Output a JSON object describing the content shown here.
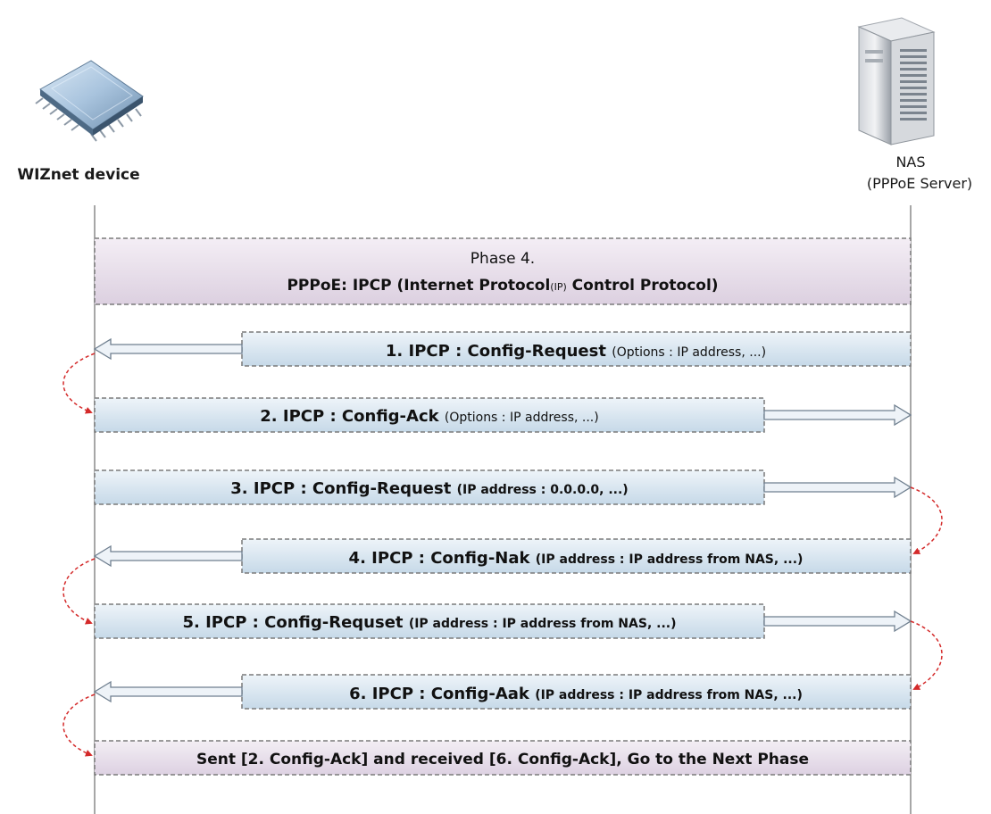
{
  "actors": {
    "left": {
      "name": "WIZnet device",
      "icon": "chip-icon"
    },
    "right": {
      "name": "NAS",
      "subtitle": "(PPPoE Server)",
      "icon": "server-icon"
    }
  },
  "phase": {
    "title": "Phase 4.",
    "subtitle_pre": "PPPoE: IPCP (Internet Protocol",
    "subtitle_small": "(IP)",
    "subtitle_post": " Control Protocol)"
  },
  "messages": [
    {
      "id": "1",
      "direction": "to-left",
      "main": "1. IPCP : Config-Request",
      "detail": "(Options : IP address, ...)",
      "detail_bold": false
    },
    {
      "id": "2",
      "direction": "to-right",
      "main": "2. IPCP : Config-Ack",
      "detail": "(Options : IP address, ...)",
      "detail_bold": false
    },
    {
      "id": "3",
      "direction": "to-right",
      "main": "3. IPCP : Config-Request",
      "detail": "(IP address : 0.0.0.0, ...)",
      "detail_bold": true
    },
    {
      "id": "4",
      "direction": "to-left",
      "main": "4. IPCP : Config-Nak",
      "detail": "(IP address : IP address from NAS, ...)",
      "detail_bold": true
    },
    {
      "id": "5",
      "direction": "to-right",
      "main": "5. IPCP : Config-Requset",
      "detail": "(IP address : IP address from NAS, ...)",
      "detail_bold": true
    },
    {
      "id": "6",
      "direction": "to-left",
      "main": "6. IPCP : Config-Aak",
      "detail": "(IP address : IP address from NAS, ...)",
      "detail_bold": true
    }
  ],
  "final": "Sent [2. Config-Ack] and received [6. Config-Ack], Go to the Next Phase",
  "colors": {
    "lifeline": "#8a8a8a",
    "box_border": "#7a7a7a",
    "phase_fill_top": "#f4eef5",
    "phase_fill_bottom": "#dcd0e0",
    "msg_fill_top": "#eef4f9",
    "msg_fill_bottom": "#c6d9e8",
    "final_fill_top": "#f3eef4",
    "final_fill_bottom": "#ddd1e2",
    "curve": "#d42a2a",
    "arrow_fill": "#eef3f8",
    "arrow_stroke": "#6f7f8f"
  }
}
